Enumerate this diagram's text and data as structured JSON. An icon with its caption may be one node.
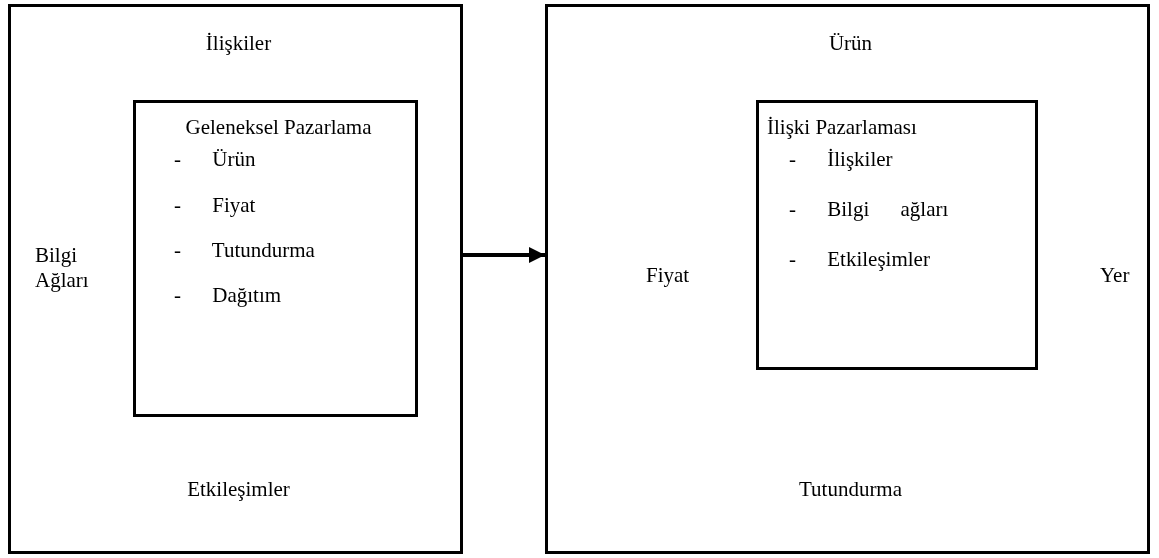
{
  "diagram": {
    "nodes": [
      {
        "text": [
          "İlişkiler",
          "Bilgi Ağları",
          "Etkileşimler"
        ]
      },
      {
        "text": [
          "Geleneksel Pazarlama",
          "- Ürün",
          "- Fiyat",
          "- Tutundurma",
          "- Dağıtım"
        ],
        "in": 0
      },
      {
        "text": [
          "Ürün",
          "Fiyat",
          "Yer",
          "Tutundurma"
        ]
      },
      {
        "text": [
          "İlişki Pazarlaması",
          "- İlişkiler",
          "- Bilgi ağları",
          "- Etkileşimler"
        ],
        "in": 2
      }
    ],
    "edges": [
      {
        "from": 0,
        "to": 2,
        "arrow": "to"
      }
    ]
  }
}
